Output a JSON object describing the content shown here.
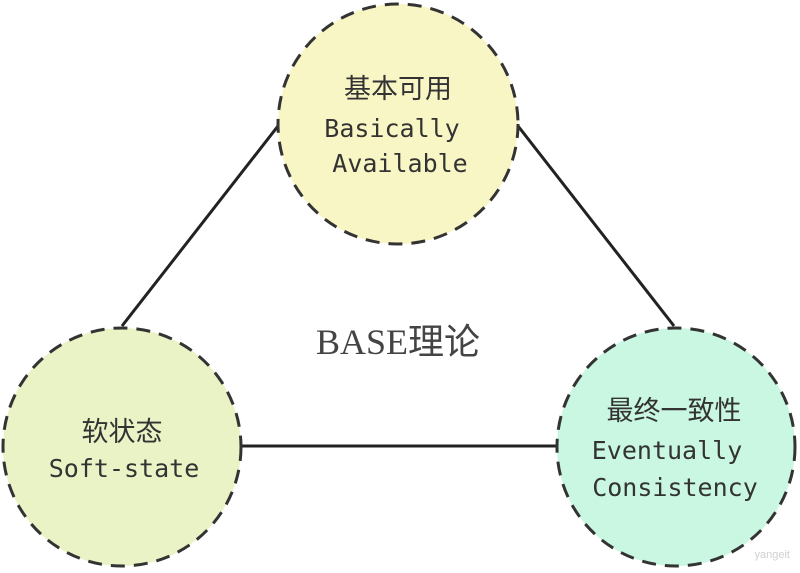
{
  "center_title": "BASE理论",
  "nodes": {
    "top": {
      "title": "基本可用",
      "line1": "Basically",
      "line2": "Available",
      "fill": "#f8f6c4"
    },
    "left": {
      "title": "软状态",
      "line1": "Soft-state",
      "fill": "#e9f3c5"
    },
    "right": {
      "title": "最终一致性",
      "line1": "Eventually",
      "line2": "Consistency",
      "fill": "#c9f7e1"
    }
  },
  "colors": {
    "outline": "#333333",
    "text": "#333333",
    "edge": "#222222"
  },
  "watermark": "yangeit"
}
